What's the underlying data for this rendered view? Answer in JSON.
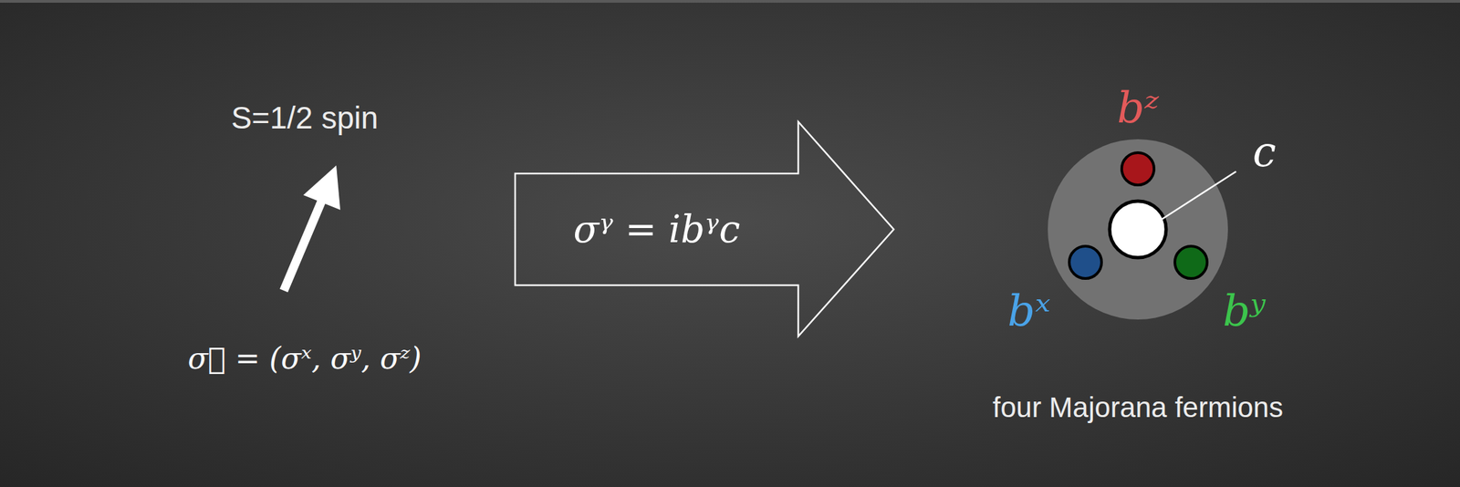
{
  "diagram": {
    "nodes": [
      {
        "text": [
          "σᵞ = ibᵞc"
        ]
      }
    ],
    "labels": [
      "S=1/2 spin",
      "σ⃗ = (σˣ, σʸ, σᶻ)",
      "bᶻ",
      "c",
      "bˣ",
      "bʸ",
      "four Majorana fermions"
    ]
  }
}
